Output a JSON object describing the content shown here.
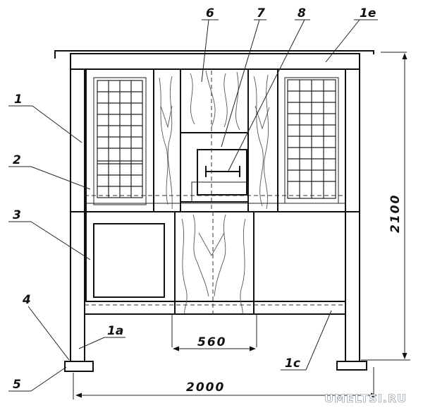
{
  "labels": {
    "l1": "1",
    "l2": "2",
    "l3": "3",
    "l4": "4",
    "l5": "5",
    "l6": "6",
    "l7": "7",
    "l8": "8",
    "l1e": "1e",
    "l1a": "1a",
    "l1c": "1c"
  },
  "dimensions": {
    "width_total": "2000",
    "height_total": "2100",
    "center_width": "560"
  },
  "watermark": "UMELTSI.RU"
}
